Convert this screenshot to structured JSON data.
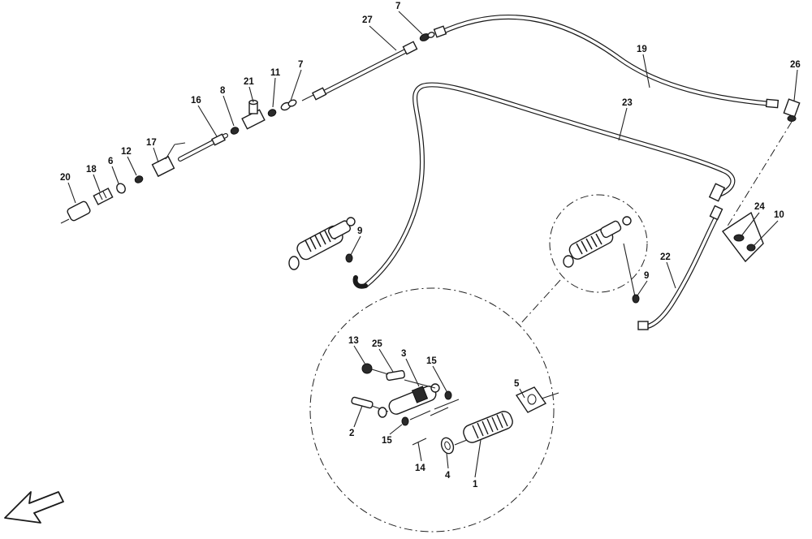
{
  "callouts": {
    "c27": "27",
    "c7a": "7",
    "c19": "19",
    "c26": "26",
    "c21": "21",
    "c11": "11",
    "c7b": "7",
    "c8": "8",
    "c16": "16",
    "c23": "23",
    "c17": "17",
    "c12": "12",
    "c6": "6",
    "c18": "18",
    "c20": "20",
    "c9a": "9",
    "c24": "24",
    "c10": "10",
    "c22": "22",
    "c9b": "9",
    "c13": "13",
    "c25": "25",
    "c3": "3",
    "c15a": "15",
    "c5": "5",
    "c2": "2",
    "c15b": "15",
    "c14": "14",
    "c4": "4",
    "c1": "1"
  },
  "icons": {
    "orientation_arrow": "front-direction-arrow-icon"
  },
  "colors": {
    "line": "#1a1a1a",
    "background": "#ffffff"
  }
}
